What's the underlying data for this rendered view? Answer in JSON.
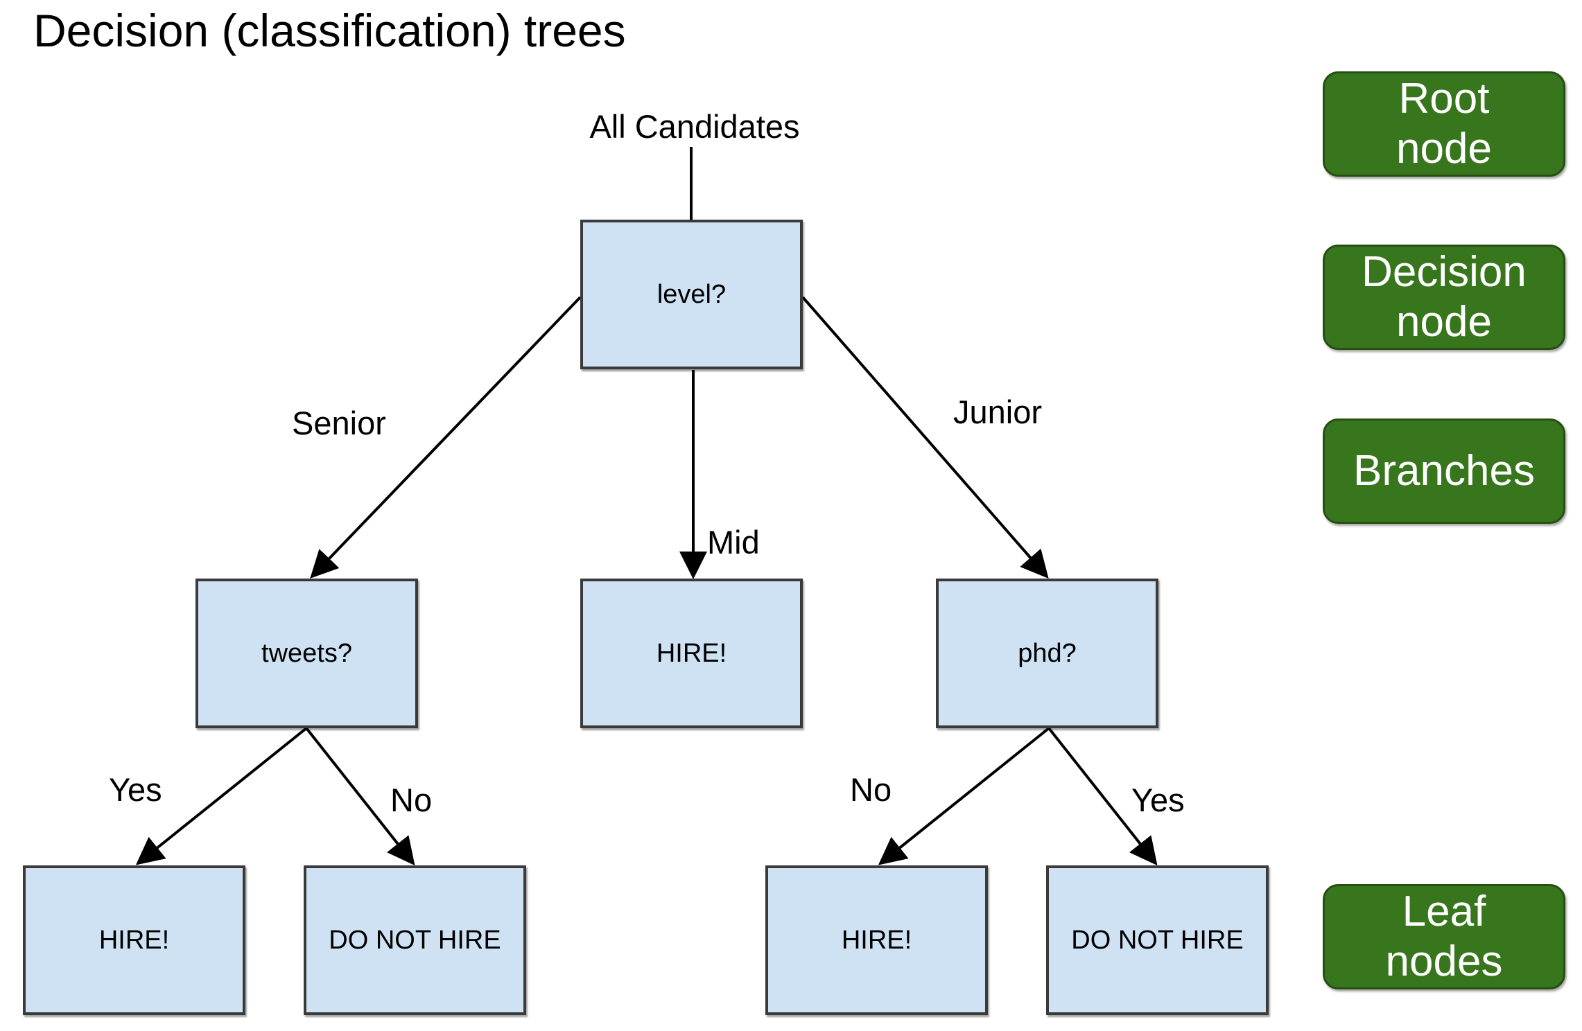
{
  "title": "Decision (classification) trees",
  "tree": {
    "root_label": "All Candidates",
    "nodes": {
      "level": "level?",
      "tweets": "tweets?",
      "mid_result": "HIRE!",
      "phd": "phd?",
      "tweets_yes": "HIRE!",
      "tweets_no": "DO NOT HIRE",
      "phd_no": "HIRE!",
      "phd_yes": "DO NOT HIRE"
    },
    "edges": {
      "senior": "Senior",
      "mid": "Mid",
      "junior": "Junior",
      "tweets_yes": "Yes",
      "tweets_no": "No",
      "phd_no": "No",
      "phd_yes": "Yes"
    }
  },
  "legend": {
    "root": [
      "Root",
      "node"
    ],
    "decision": [
      "Decision",
      "node"
    ],
    "branches": [
      "Branches"
    ],
    "leaf": [
      "Leaf",
      "nodes"
    ]
  },
  "colors": {
    "node_fill": "#cfe2f3",
    "node_border": "#3a3a3a",
    "legend_fill": "#38761d",
    "legend_text": "#ffffff"
  }
}
